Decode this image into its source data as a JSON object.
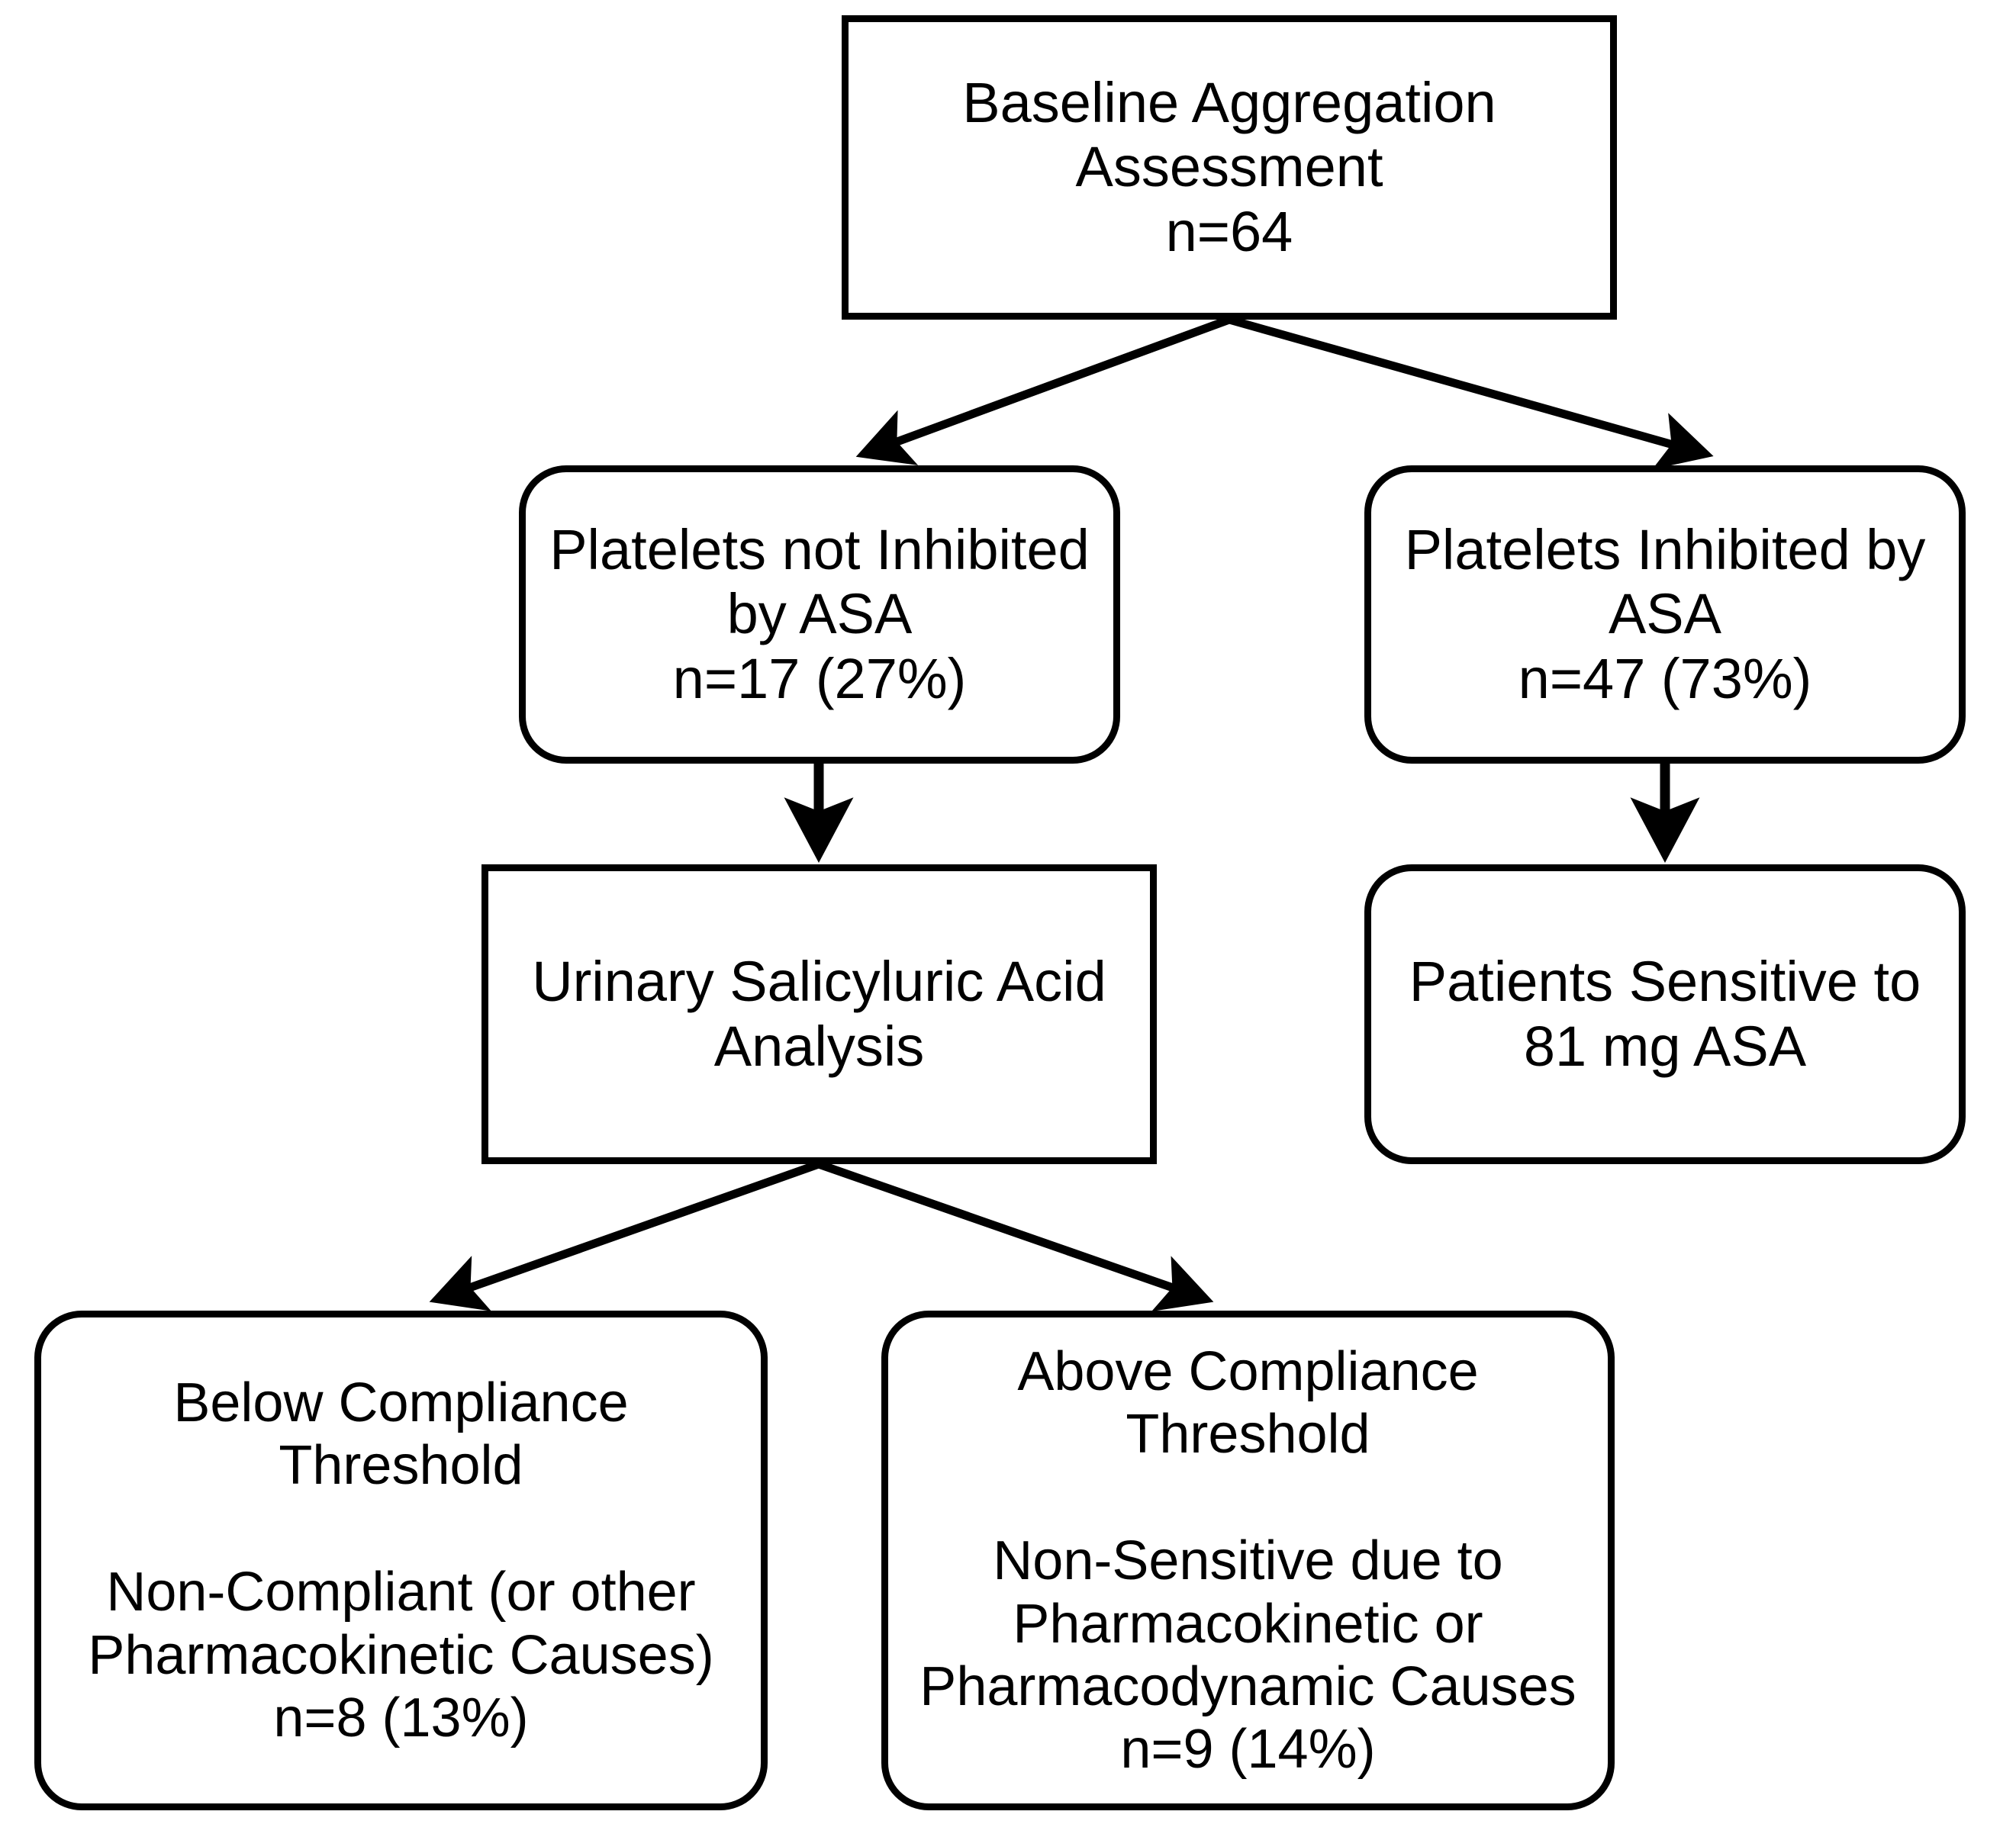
{
  "diagram": {
    "title": "Platelet Aggregation / ASA Response Flowchart",
    "type": "flowchart",
    "background_color": "#ffffff",
    "stroke_color": "#000000",
    "text_color": "#000000",
    "nodes": [
      {
        "id": "baseline",
        "shape": "rectangle",
        "lines": [
          "Baseline Aggregation",
          "Assessment",
          "n=64"
        ],
        "n": 64,
        "percent": null
      },
      {
        "id": "not_inhibited",
        "shape": "rounded-rectangle",
        "lines": [
          "Platelets not Inhibited",
          "by ASA",
          "n=17 (27%)"
        ],
        "n": 17,
        "percent": 27
      },
      {
        "id": "inhibited",
        "shape": "rounded-rectangle",
        "lines": [
          "Platelets Inhibited by",
          "ASA",
          "n=47 (73%)"
        ],
        "n": 47,
        "percent": 73
      },
      {
        "id": "urinary",
        "shape": "rectangle",
        "lines": [
          "Urinary Salicyluric Acid",
          "Analysis"
        ],
        "n": null,
        "percent": null
      },
      {
        "id": "sensitive",
        "shape": "rounded-rectangle",
        "lines": [
          "Patients Sensitive to",
          "81 mg ASA"
        ],
        "n": null,
        "percent": null
      },
      {
        "id": "below",
        "shape": "rounded-rectangle",
        "lines": [
          "Below Compliance",
          "Threshold",
          "",
          "Non-Compliant (or other",
          "Pharmacokinetic Causes)",
          "n=8 (13%)"
        ],
        "n": 8,
        "percent": 13
      },
      {
        "id": "above",
        "shape": "rounded-rectangle",
        "lines": [
          "Above Compliance",
          "Threshold",
          "",
          "Non-Sensitive due to",
          "Pharmacokinetic or",
          "Pharmacodynamic Causes",
          "n=9 (14%)"
        ],
        "n": 9,
        "percent": 14
      }
    ],
    "edges": [
      {
        "from": "baseline",
        "to": "not_inhibited",
        "style": "branch-arrow"
      },
      {
        "from": "baseline",
        "to": "inhibited",
        "style": "branch-arrow"
      },
      {
        "from": "not_inhibited",
        "to": "urinary",
        "style": "straight-arrow"
      },
      {
        "from": "inhibited",
        "to": "sensitive",
        "style": "straight-arrow"
      },
      {
        "from": "urinary",
        "to": "below",
        "style": "branch-arrow"
      },
      {
        "from": "urinary",
        "to": "above",
        "style": "branch-arrow"
      }
    ]
  },
  "node_text": {
    "baseline": {
      "l0": "Baseline Aggregation",
      "l1": "Assessment",
      "l2": "n=64"
    },
    "not_inhibited": {
      "l0": "Platelets not Inhibited",
      "l1": "by ASA",
      "l2": "n=17 (27%)"
    },
    "inhibited": {
      "l0": "Platelets Inhibited by",
      "l1": "ASA",
      "l2": "n=47 (73%)"
    },
    "urinary": {
      "l0": "Urinary Salicyluric Acid",
      "l1": "Analysis"
    },
    "sensitive": {
      "l0": "Patients Sensitive to",
      "l1": "81 mg ASA"
    },
    "below": {
      "l0": "Below Compliance",
      "l1": "Threshold",
      "l2": "Non-Compliant (or other",
      "l3": "Pharmacokinetic Causes)",
      "l4": "n=8 (13%)"
    },
    "above": {
      "l0": "Above Compliance",
      "l1": "Threshold",
      "l2": "Non-Sensitive due to",
      "l3": "Pharmacokinetic or",
      "l4": "Pharmacodynamic Causes",
      "l5": "n=9 (14%)"
    }
  }
}
